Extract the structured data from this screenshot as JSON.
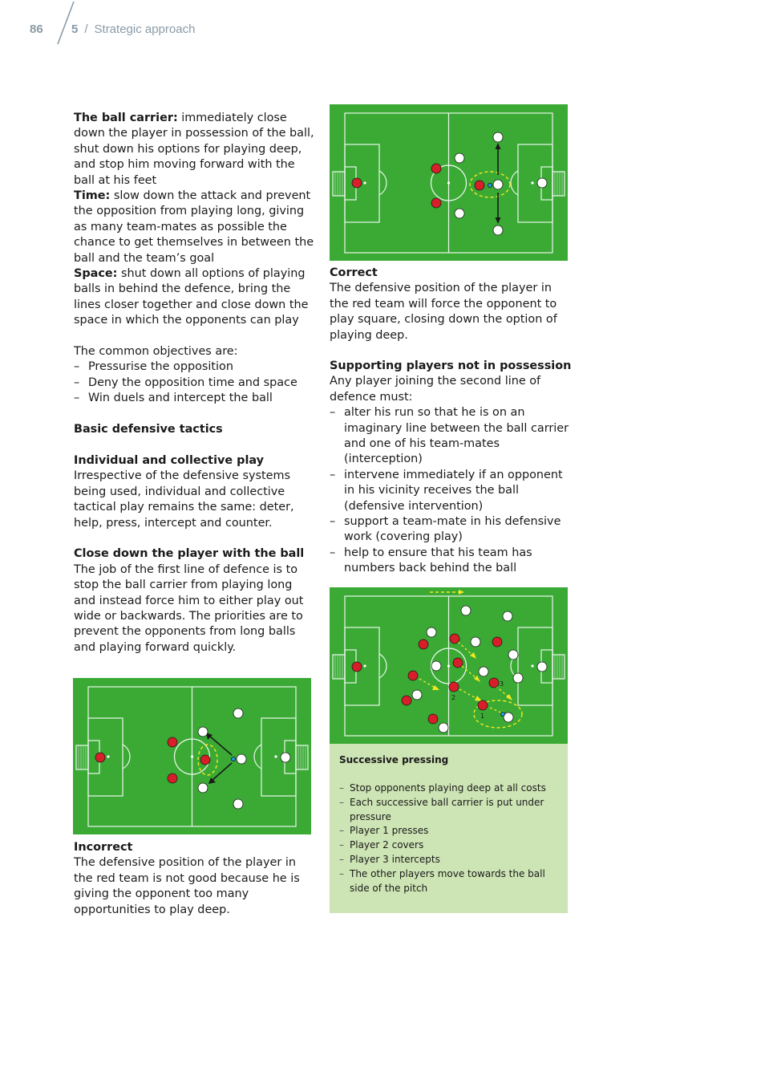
{
  "header": {
    "page_number": "86",
    "chapter_number": "5",
    "separator": "/",
    "chapter_title": "Strategic approach"
  },
  "left_column": {
    "ball_carrier_label": "The ball carrier:",
    "ball_carrier_text": " immediately close down the player in possession of the ball, shut down his options for playing deep, and stop him moving forward with the ball at his feet",
    "time_label": "Time:",
    "time_text": " slow down the attack and prevent the opposition from playing long, giving as many team-mates as possible the chance to get themselves in between the ball and the team’s goal",
    "space_label": "Space:",
    "space_text": " shut down all options of playing balls in behind the defence, bring the lines closer together and close down the space in which the opponents can play",
    "objectives_intro": "The common objectives are:",
    "objectives": [
      "Pressurise the opposition",
      "Deny the opposition time and space",
      "Win duels and intercept the ball"
    ],
    "section_heading": "Basic defensive tactics",
    "individual_heading": "Individual and collective play",
    "individual_text": "Irrespective of the defensive systems being used, individual and collective tactical play remains the same: deter, help, press, intercept and counter.",
    "close_down_heading": "Close down the player with the ball",
    "close_down_text": "The job of the first line of defence is to stop the ball carrier from playing long and instead force him to either play out wide or backwards. The priorities are to prevent the opponents from long balls and playing forward quickly."
  },
  "captions": {
    "correct_title": "Correct",
    "correct_text": "The defensive position of the player in the red team will force the opponent to play square, closing down the option of playing deep.",
    "incorrect_title": "Incorrect",
    "incorrect_text": "The defensive position of the player in the red team is not good because he is giving the opponent too many opportunities to play deep."
  },
  "right_column": {
    "supporting_heading": "Supporting players not in possession",
    "supporting_intro": "Any player joining the second line of defence must:",
    "supporting_items": [
      "alter his run so that he is on an imaginary line between the ball carrier and one of his team-mates (interception)",
      "intervene immediately if an opponent in his vicinity receives the ball (defensive intervention)",
      "support a team-mate in his defensive work (covering play)",
      "help to ensure that his team has numbers back behind the ball"
    ]
  },
  "pressing_box": {
    "title": "Successive pressing",
    "items": [
      "Stop opponents playing deep at all costs",
      "Each successive ball carrier is put under pressure",
      "Player 1 presses",
      "Player 2 covers",
      "Player 3 intercepts",
      "The other players move towards the ball side of the pitch"
    ],
    "player_numbers": [
      "1",
      "2",
      "3"
    ]
  },
  "colors": {
    "pitch": "#3aaa35",
    "red_player": "#d81e28",
    "white_player": "#ffffff",
    "ball": "#1e9be0",
    "pressing_zone": "#f5e81e",
    "box_background": "#cde4b4",
    "header_text": "#8a9aa6"
  }
}
